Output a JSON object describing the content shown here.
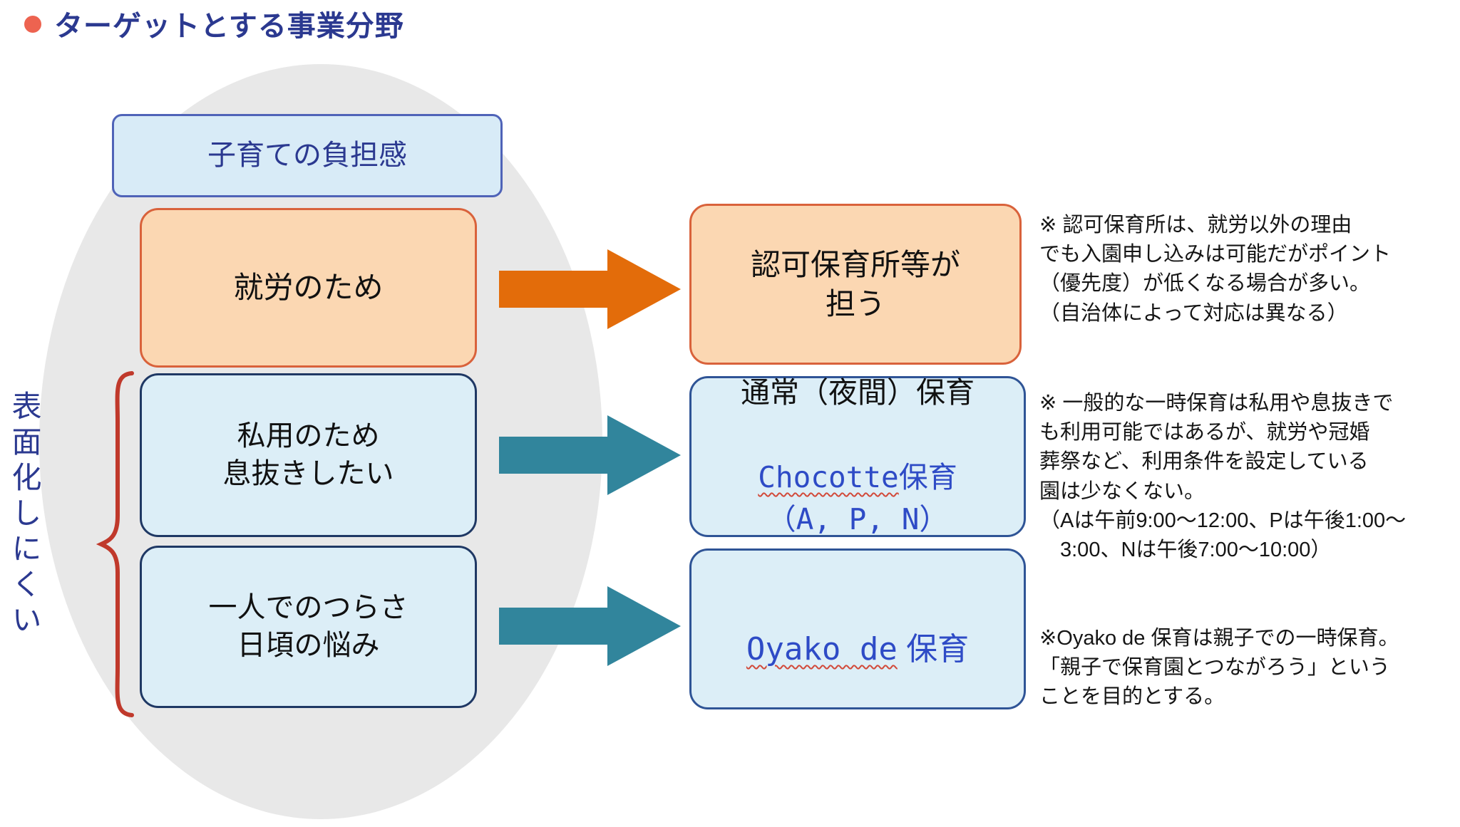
{
  "colors": {
    "title_blue": "#2b3990",
    "bullet_coral": "#ed6350",
    "ellipse_gray": "#e8e8e8",
    "blue_box_fill": "#dceef7",
    "blue_box_border": "#1f3864",
    "peach_fill": "#fbd7b2",
    "peach_border": "#d9623b",
    "orange_arrow": "#e36c0a",
    "teal_arrow": "#31859c",
    "accent_blue_text": "#2e4bc6",
    "underline_red": "#d24a3a",
    "brace_red": "#c0392b"
  },
  "title": "ターゲットとする事業分野",
  "diagram": {
    "burden_label": "子育ての負担感",
    "work_label": "就労のため",
    "private_label": "私用のため\n息抜きしたい",
    "alone_label": "一人でのつらさ\n日頃の悩み",
    "side_label": "表面化しにくい"
  },
  "results": {
    "licensed_label": "認可保育所等が\n担う",
    "regular_line1": "通常（夜間）保育",
    "chocotte_latin": "Chocotte",
    "chocotte_jp": "保育",
    "apn_line": "（A, P, N）",
    "oyako_latin": "Oyako de",
    "oyako_jp": " 保育"
  },
  "notes": {
    "note1": "※ 認可保育所は、就労以外の理由\nでも入園申し込みは可能だがポイント\n（優先度）が低くなる場合が多い。\n（自治体によって対応は異なる）",
    "note2": "※ 一般的な一時保育は私用や息抜きで\nも利用可能ではあるが、就労や冠婚\n葬祭など、利用条件を設定している\n園は少なくない。\n（Aは午前9:00～12:00、Pは午後1:00～\n　3:00、Nは午後7:00～10:00）",
    "note3": "※Oyako de 保育は親子での一時保育。\n「親子で保育園とつながろう」という\nことを目的とする。"
  }
}
